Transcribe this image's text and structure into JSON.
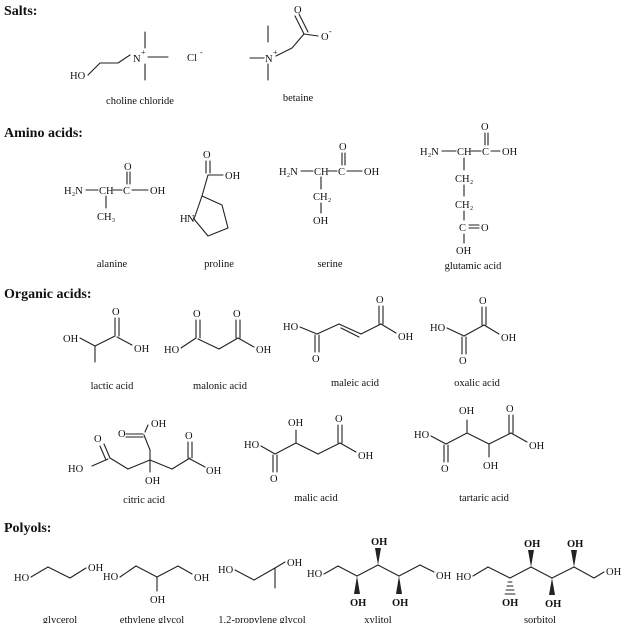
{
  "sections": {
    "salts": "Salts:",
    "amino": "Amino acids:",
    "organic": "Organic acids:",
    "polyols": "Polyols:"
  },
  "captions": {
    "choline": "choline chloride",
    "betaine": "betaine",
    "alanine": "alanine",
    "proline": "proline",
    "serine": "serine",
    "glutamic": "glutamic acid",
    "lactic": "lactic acid",
    "malonic": "malonic acid",
    "maleic": "maleic acid",
    "oxalic": "oxalic acid",
    "citric": "citric acid",
    "malic": "malic acid",
    "tartaric": "tartaric acid",
    "glycerol": "glycerol",
    "ethylene": "ethylene glycol",
    "propylene": "1,2-propylene glycol",
    "xylitol": "xylitol",
    "sorbitol": "sorbitol"
  },
  "atoms": {
    "HO": "HO",
    "OH": "OH",
    "O": "O",
    "O_minus": "O",
    "minus": "-",
    "N": "N",
    "plus": "+",
    "Cl": "Cl",
    "H2N": "H₂N",
    "CH": "CH",
    "C": "C",
    "CH3": "CH₃",
    "CH2": "CH₂",
    "H": "H",
    "N_ring": "N"
  }
}
